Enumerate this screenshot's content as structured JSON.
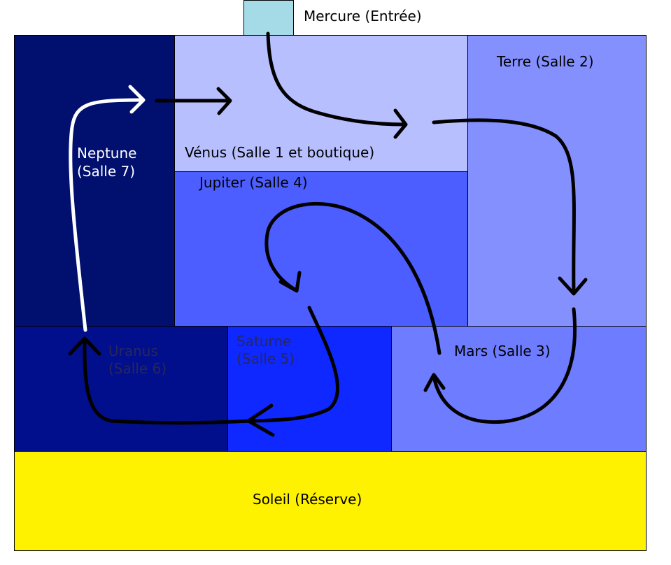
{
  "colors": {
    "mercure": "#a5dbe7",
    "venus": "#b8bfff",
    "terre": "#8590ff",
    "neptune": "#010f6e",
    "jupiter": "#4c5eff",
    "uranus": "#010f8c",
    "saturne": "#0f28ff",
    "mars": "#6e7cff",
    "soleil": "#fff200",
    "path_dark": "#000000",
    "path_light": "#ffffff"
  },
  "rooms": {
    "mercure": {
      "label": "Mercure (Entrée)"
    },
    "venus": {
      "label": "Vénus (Salle 1 et boutique)"
    },
    "terre": {
      "label": "Terre (Salle 2)"
    },
    "mars": {
      "label": "Mars (Salle 3)"
    },
    "jupiter": {
      "label": "Jupiter (Salle 4)"
    },
    "saturne": {
      "line1": "Saturne",
      "line2": "(Salle 5)"
    },
    "uranus": {
      "line1": "Uranus",
      "line2": "(Salle 6)"
    },
    "neptune": {
      "line1": "Neptune",
      "line2": "(Salle 7)"
    },
    "soleil": {
      "label": "Soleil (Réserve)"
    }
  },
  "route": [
    "Mercure",
    "Vénus",
    "Terre",
    "Mars",
    "Jupiter",
    "Saturne",
    "Uranus",
    "Neptune",
    "Vénus"
  ]
}
